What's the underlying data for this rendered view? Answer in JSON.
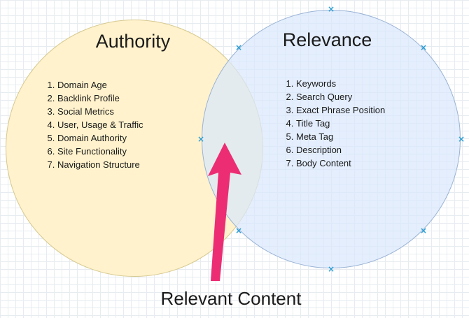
{
  "diagram": {
    "authority": {
      "title": "Authority",
      "items": [
        "Domain Age",
        "Backlink Profile",
        "Social Metrics",
        "User, Usage & Traffic",
        "Domain Authority",
        "Site Functionality",
        "Navigation Structure"
      ]
    },
    "relevance": {
      "title": "Relevance",
      "items": [
        "Keywords",
        "Search Query",
        "Exact Phrase Position",
        "Title Tag",
        "Meta Tag",
        "Description",
        "Body Content"
      ]
    },
    "annotation": "Relevant Content"
  },
  "handles": {
    "glyph": "×"
  },
  "colors": {
    "authority_fill": "#FFF2CC",
    "authority_stroke": "#D6C98F",
    "relevance_fill": "#DAE8FC",
    "relevance_stroke": "#9AB3D5",
    "arrow": "#EC2D74",
    "handle": "#2E9FD4",
    "grid_line": "#E7ECF0",
    "text": "#1A1A1A"
  }
}
